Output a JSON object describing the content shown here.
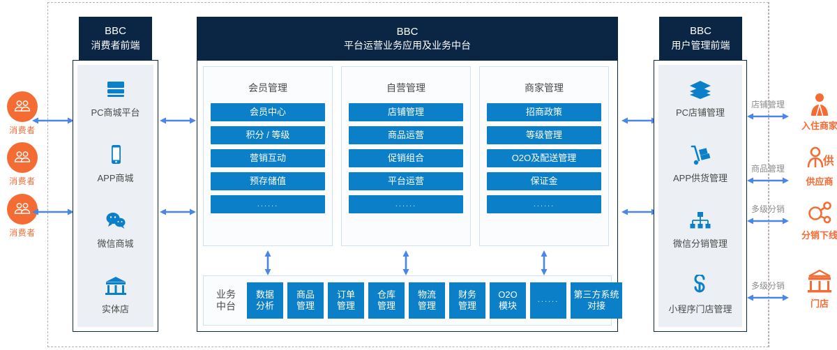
{
  "colors": {
    "navy": "#0b2545",
    "blue": "#0b7fc7",
    "arrow_blue": "#4a86e8",
    "orange": "#f46c34",
    "panel_bg": "#eceff3",
    "dashed": "#b9aeb1",
    "gray_text": "#8c8c8c"
  },
  "left_actors": [
    {
      "label": "消费者",
      "icon": "consumers-icon"
    },
    {
      "label": "消费者",
      "icon": "consumers-icon"
    },
    {
      "label": "消费者",
      "icon": "consumers-icon"
    }
  ],
  "left_panel": {
    "head_line1": "BBC",
    "head_line2": "消费者前端",
    "channels": [
      {
        "label": "PC商城平台",
        "icon": "monitor-icon"
      },
      {
        "label": "APP商城",
        "icon": "smartphone-icon"
      },
      {
        "label": "微信商城",
        "icon": "wechat-icon"
      },
      {
        "label": "实体店",
        "icon": "storefront-icon"
      }
    ]
  },
  "center": {
    "head_line1": "BBC",
    "head_line2": "平台运营业务应用及业务中台",
    "columns": [
      {
        "title": "会员管理",
        "items": [
          "会员中心",
          "积分 / 等级",
          "营销互动",
          "预存储值",
          "......"
        ]
      },
      {
        "title": "自营管理",
        "items": [
          "店铺管理",
          "商品运营",
          "促销组合",
          "平台运营",
          "......"
        ]
      },
      {
        "title": "商家管理",
        "items": [
          "招商政策",
          "等级管理",
          "O2O及配送管理",
          "保证金",
          "......"
        ]
      }
    ],
    "middle_platform": {
      "label_line1": "业务",
      "label_line2": "中台",
      "cells": [
        {
          "line1": "数据",
          "line2": "分析",
          "wide": false
        },
        {
          "line1": "商品",
          "line2": "管理",
          "wide": false
        },
        {
          "line1": "订单",
          "line2": "管理",
          "wide": false
        },
        {
          "line1": "仓库",
          "line2": "管理",
          "wide": false
        },
        {
          "line1": "物流",
          "line2": "管理",
          "wide": false
        },
        {
          "line1": "财务",
          "line2": "管理",
          "wide": false
        },
        {
          "line1": "O2O",
          "line2": "模块",
          "wide": false
        },
        {
          "line1": "......",
          "line2": "",
          "wide": false
        },
        {
          "line1": "第三方系统",
          "line2": "对接",
          "wide": true
        }
      ]
    }
  },
  "right_panel": {
    "head_line1": "BBC",
    "head_line2": "用户管理前端",
    "channels": [
      {
        "label": "PC店铺管理",
        "icon": "layers-icon"
      },
      {
        "label": "APP供货管理",
        "icon": "hand-truck-icon"
      },
      {
        "label": "微信分销管理",
        "icon": "org-tree-icon"
      },
      {
        "label": "小程序门店管理",
        "icon": "mini-program-icon"
      }
    ]
  },
  "right_actors": [
    {
      "label": "入住商家",
      "icon": "merchant-person-icon",
      "conn_label": "店铺管理"
    },
    {
      "label": "供应商",
      "icon": "supplier-icon",
      "conn_label": "商品管理"
    },
    {
      "label": "分销下线",
      "icon": "share-nodes-icon",
      "conn_label": "多级分销"
    },
    {
      "label": "门店",
      "icon": "shop-outline-icon",
      "conn_label": "多级分销"
    }
  ]
}
